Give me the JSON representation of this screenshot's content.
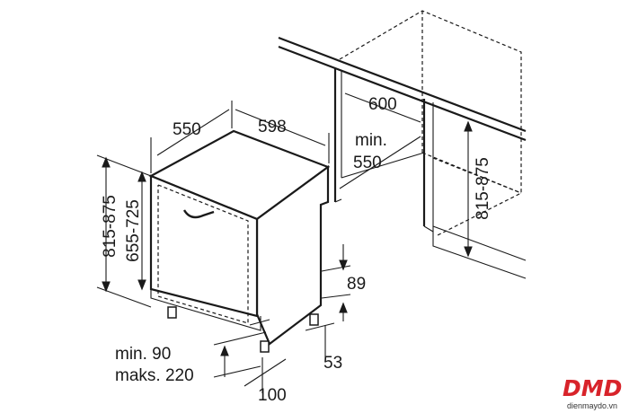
{
  "dimensions": {
    "depth_550": "550",
    "width_598": "598",
    "niche_depth_600": "600",
    "min_label": "min.",
    "niche_width_550": "550",
    "niche_height": "815-875",
    "side_height_total": "815-875",
    "side_height_body": "655-725",
    "plinth_89": "89",
    "foot_53": "53",
    "foot_height_min": "min. 90",
    "foot_height_max": "maks. 220",
    "foot_depth_100": "100"
  },
  "brand": {
    "logo_text": "DMD",
    "website": "dienmaydo.vn",
    "color": "#d8232a"
  },
  "colors": {
    "line": "#1a1a1a",
    "background": "#ffffff"
  }
}
